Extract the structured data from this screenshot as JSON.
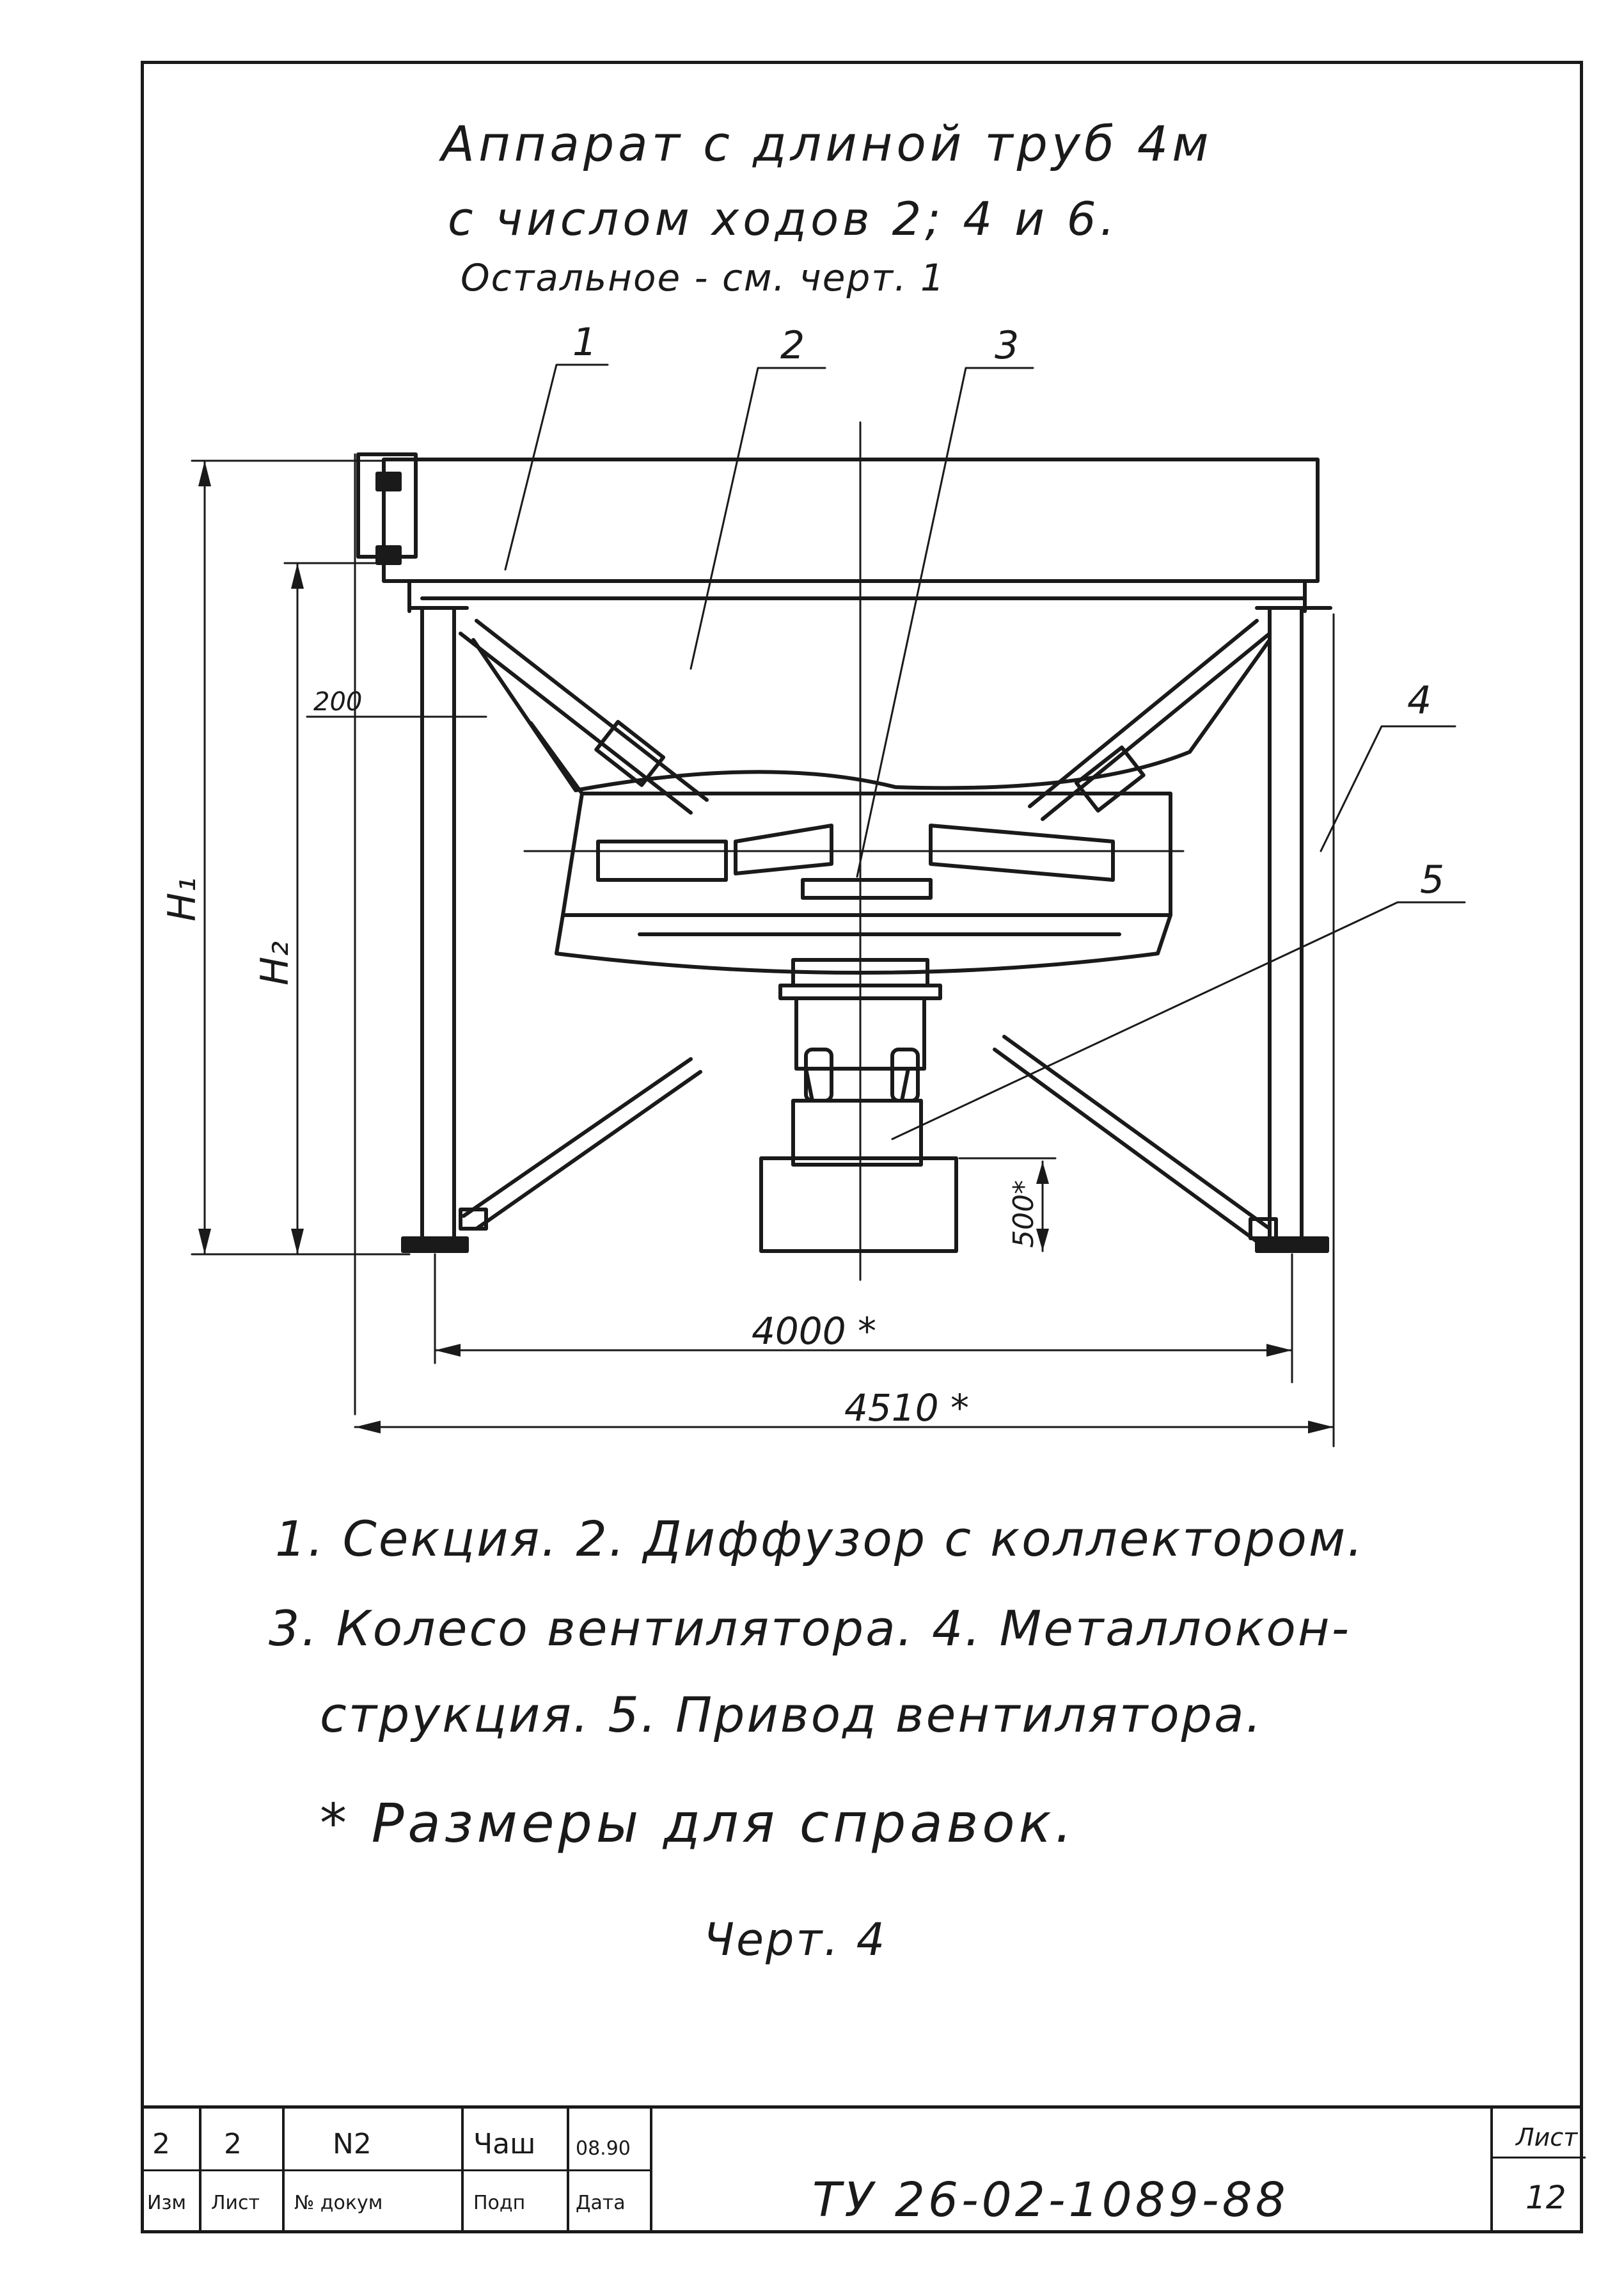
{
  "header": {
    "line1": "Аппарат с длиной труб 4м",
    "line2": "с числом ходов 2; 4 и 6.",
    "line3": "Остальное - см. черт. 1"
  },
  "callouts": [
    "1",
    "2",
    "3",
    "4",
    "5"
  ],
  "dimensions": {
    "h1": "H₁",
    "h2": "H₂",
    "d200": "200",
    "d500": "500*",
    "d4000": "4000 *",
    "d4510": "4510 *"
  },
  "legend": {
    "line1": "1. Секция.  2. Диффузор с коллектором.",
    "line2": "3. Колесо вентилятора.  4. Металлокон-",
    "line3": "струкция.  5. Привод вентилятора."
  },
  "note": "* Размеры для справок.",
  "sheet_ref": "Черт. 4",
  "title_block": {
    "row1": [
      "2",
      "2",
      "N2",
      "Чаш",
      "08.90"
    ],
    "row2": [
      "Изм",
      "Лист",
      "№ докум",
      "Подп",
      "Дата"
    ],
    "designation": "ТУ 26-02-1089-88",
    "sheet_label": "Лист",
    "sheet_number": "12"
  }
}
